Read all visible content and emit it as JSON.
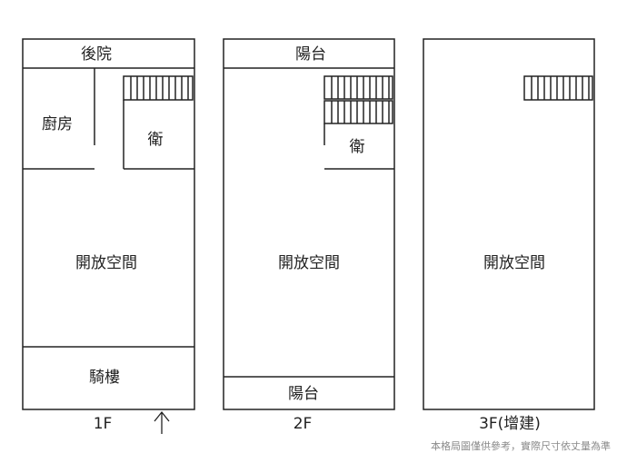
{
  "floors": [
    {
      "label": "1F",
      "rooms": {
        "backyard": "後院",
        "kitchen": "廚房",
        "bath": "衛",
        "open_space": "開放空間",
        "arcade": "騎樓"
      },
      "entrance_icon": "up-arrow-icon"
    },
    {
      "label": "2F",
      "rooms": {
        "balcony_back": "陽台",
        "bath": "衛",
        "open_space": "開放空間",
        "balcony_front": "陽台"
      }
    },
    {
      "label": "3F(增建)",
      "rooms": {
        "open_space": "開放空間"
      }
    }
  ],
  "disclaimer": "本格局圖僅供參考，實際尺寸依丈量為準",
  "colors": {
    "line": "#222222",
    "note": "#8a8a8a",
    "background": "#ffffff"
  }
}
